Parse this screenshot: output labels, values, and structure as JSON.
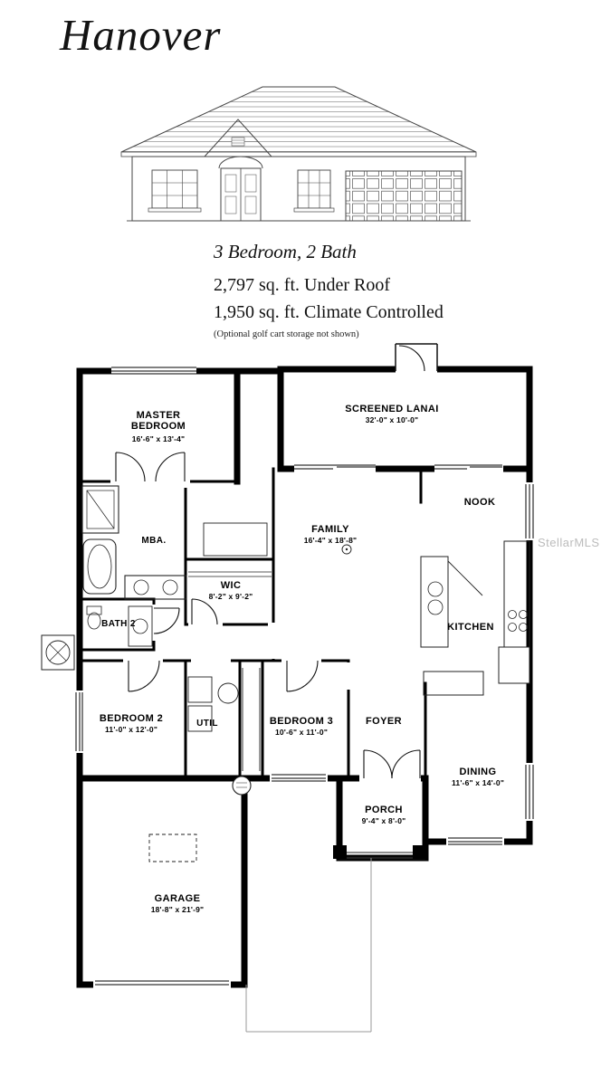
{
  "page": {
    "title": "Hanover",
    "watermark": "StellarMLS"
  },
  "summary": {
    "line1": "3 Bedroom, 2 Bath",
    "line2": "2,797 sq. ft. Under Roof",
    "line3": "1,950 sq. ft. Climate Controlled",
    "note": "(Optional golf cart storage not shown)"
  },
  "floorplan": {
    "rooms": {
      "master": {
        "line1": "MASTER",
        "line2": "BEDROOM",
        "dims": "16'-6\" x 13'-4\""
      },
      "lanai": {
        "name": "SCREENED LANAI",
        "dims": "32'-0\" x 10'-0\""
      },
      "nook": {
        "name": "NOOK"
      },
      "family": {
        "name": "FAMILY",
        "dims": "16'-4\" x 18'-8\""
      },
      "mba": {
        "name": "MBA."
      },
      "wic": {
        "name": "WIC",
        "dims": "8'-2\" x 9'-2\""
      },
      "bath2": {
        "name": "BATH 2"
      },
      "kitchen": {
        "name": "KITCHEN"
      },
      "bedroom2": {
        "name": "BEDROOM 2",
        "dims": "11'-0\" x 12'-0\""
      },
      "util": {
        "name": "UTIL"
      },
      "bedroom3": {
        "name": "BEDROOM 3",
        "dims": "10'-6\" x 11'-0\""
      },
      "foyer": {
        "name": "FOYER"
      },
      "dining": {
        "name": "DINING",
        "dims": "11'-6\" x 14'-0\""
      },
      "porch": {
        "name": "PORCH",
        "dims": "9'-4\" x 8'-0\""
      },
      "garage": {
        "name": "GARAGE",
        "dims": "18'-8\" x 21'-9\""
      }
    }
  }
}
